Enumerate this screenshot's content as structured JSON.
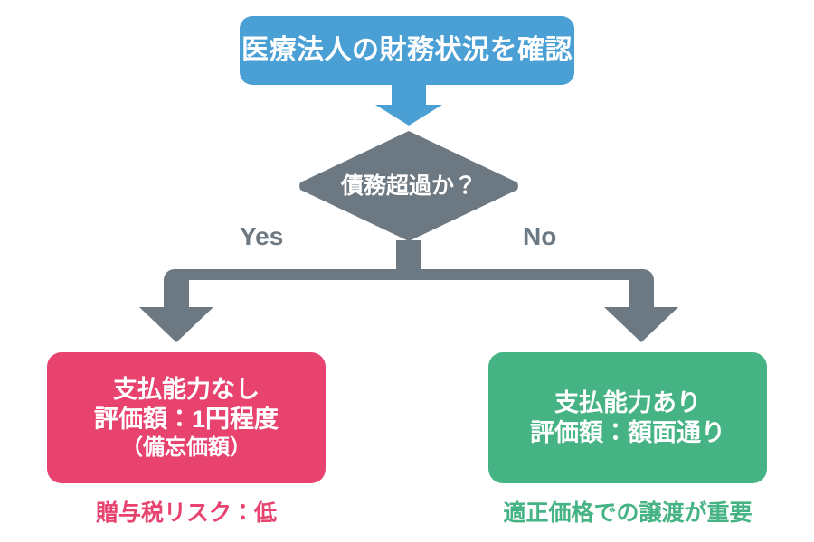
{
  "diagram": {
    "type": "flowchart",
    "title_node": {
      "label": "医療法人の財務状況を確認",
      "shape": "rounded-rectangle",
      "color": "#4a9fd5"
    },
    "decision": {
      "label": "債務超過か？",
      "shape": "diamond",
      "color": "#6c7882"
    },
    "branches": [
      {
        "key": "yes",
        "label": "Yes",
        "color": "#6c7882"
      },
      {
        "key": "no",
        "label": "No",
        "color": "#6c7882"
      }
    ],
    "outcomes": [
      {
        "key": "yes",
        "color": "#e8436f",
        "lines": [
          "支払能力なし",
          "評価額：1円程度",
          "（備忘価額）"
        ],
        "caption": "贈与税リスク：低"
      },
      {
        "key": "no",
        "color": "#46b384",
        "lines": [
          "支払能力あり",
          "評価額：額面通り"
        ],
        "caption": "適正価格での譲渡が重要"
      }
    ],
    "connector_color": "#6c7882",
    "top_arrow_color": "#4a9fd5",
    "background": "#ffffff"
  }
}
